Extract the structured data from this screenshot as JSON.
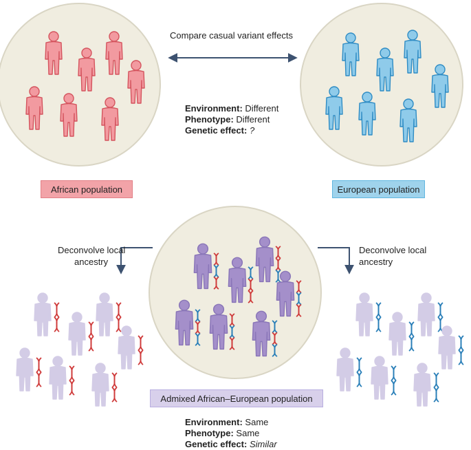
{
  "top": {
    "compare_label": "Compare casual variant effects",
    "african_label": "African population",
    "european_label": "European population",
    "stats": [
      {
        "key": "Environment:",
        "value": "Different"
      },
      {
        "key": "Phenotype:",
        "value": "Different"
      },
      {
        "key": "Genetic effect:",
        "value": "?"
      }
    ]
  },
  "bottom": {
    "left_arrow_label_1": "Deconvolve local",
    "left_arrow_label_2": "ancestry",
    "right_arrow_label_1": "Deconvolve local",
    "right_arrow_label_2": "ancestry",
    "admixed_label": "Admixed African–European population",
    "stats": [
      {
        "key": "Environment:",
        "value": "Same"
      },
      {
        "key": "Phenotype:",
        "value": "Same"
      },
      {
        "key": "Genetic effect:",
        "value": "Similar"
      }
    ]
  },
  "colors": {
    "circle_fill": "#f0ede0",
    "circle_stroke": "#d9d5c4",
    "african": "#f29aa0",
    "african_stroke": "#d4545e",
    "european": "#8fcbea",
    "european_stroke": "#2f8cc4",
    "admixed": "#a48fca",
    "admixed_stroke": "#8a76b8",
    "faded": "#d3cce6",
    "dna_red": "#cf3b3b",
    "dna_blue": "#2a7fb8",
    "arrow": "#3d5270"
  },
  "icons": [
    "person-icon",
    "dna-strand-icon",
    "double-arrow-icon",
    "bent-arrow-icon"
  ]
}
